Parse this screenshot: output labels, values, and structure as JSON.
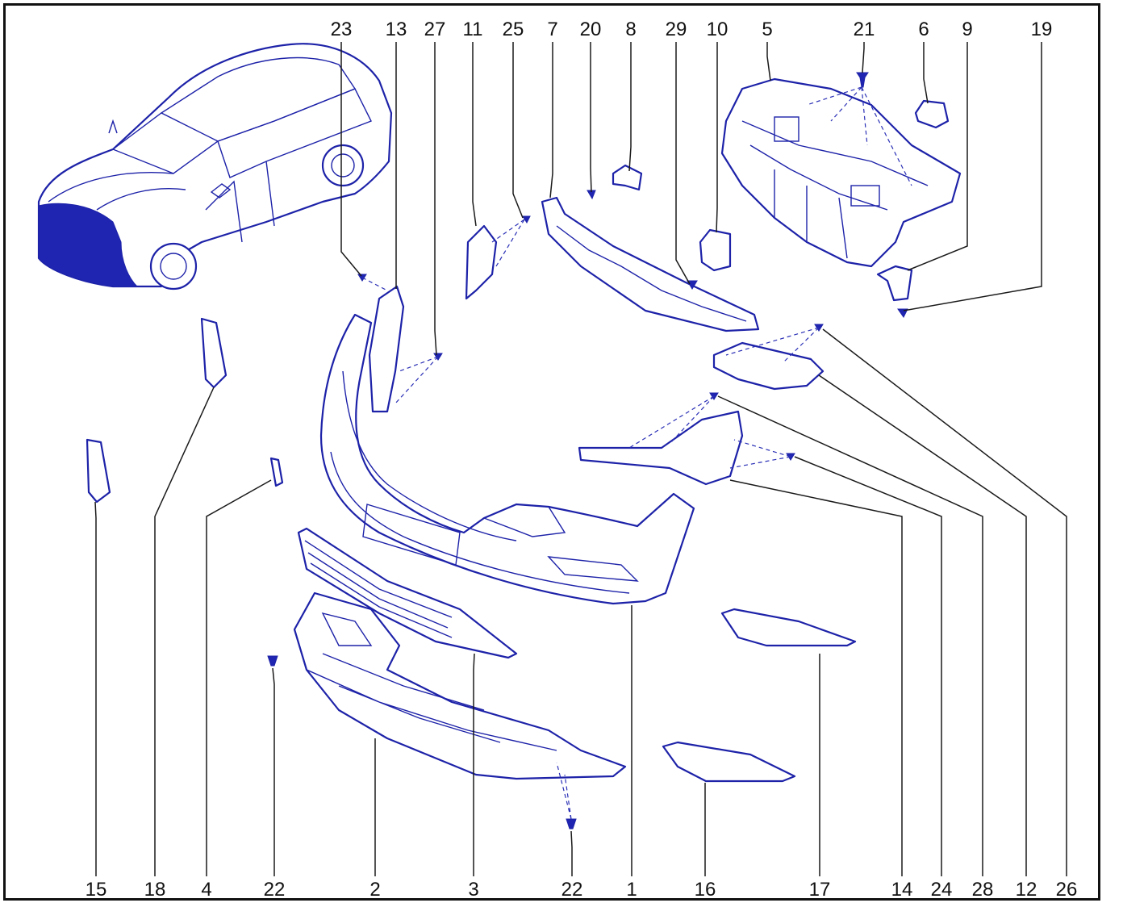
{
  "colors": {
    "part_stroke": "#1d22a8",
    "part_fill_dark": "#1f25b0",
    "leader_line": "#1a1a1a",
    "background": "#ffffff"
  },
  "labels_top": [
    "23",
    "13",
    "27",
    "11",
    "25",
    "7",
    "20",
    "8",
    "29",
    "10",
    "5",
    "21",
    "6",
    "9",
    "19"
  ],
  "labels_bottom": [
    "15",
    "18",
    "4",
    "22",
    "2",
    "3",
    "22",
    "1",
    "16",
    "17",
    "14",
    "24",
    "28",
    "12",
    "26"
  ]
}
